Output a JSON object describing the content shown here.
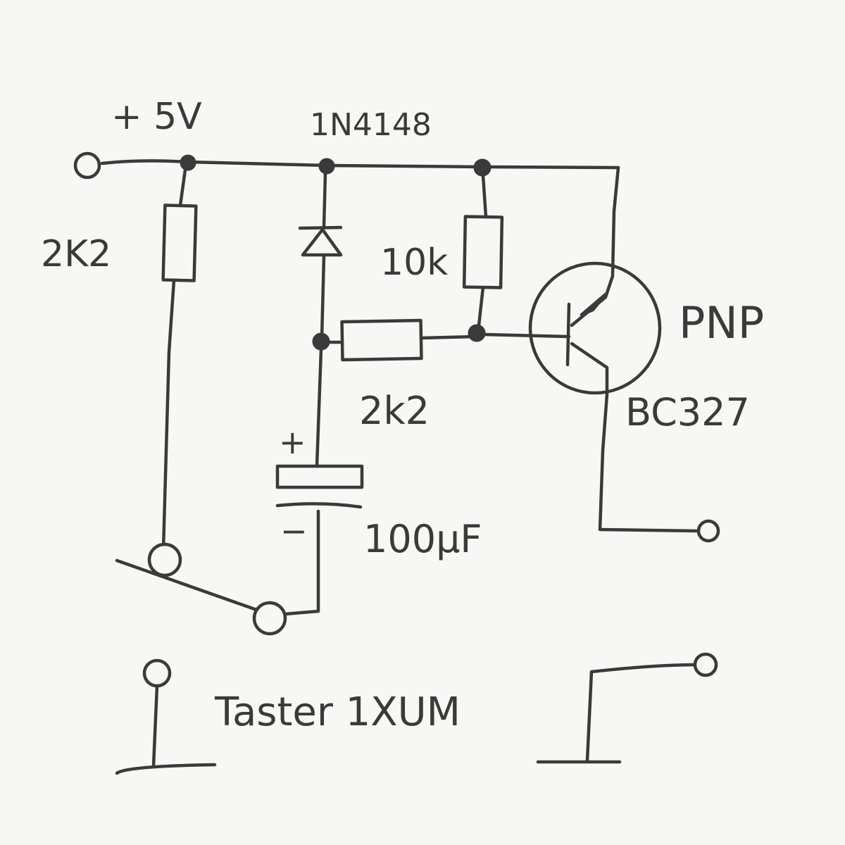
{
  "labels": {
    "supply": "+ 5V",
    "diode": "1N4148",
    "r_left": "2K2",
    "r_pullup": "10k",
    "r_base": "2k2",
    "cap": "100µF",
    "cap_plus": "+",
    "cap_minus": "−",
    "transistor_type": "PNP",
    "transistor_part": "BC327",
    "switch": "Taster 1XUM"
  }
}
